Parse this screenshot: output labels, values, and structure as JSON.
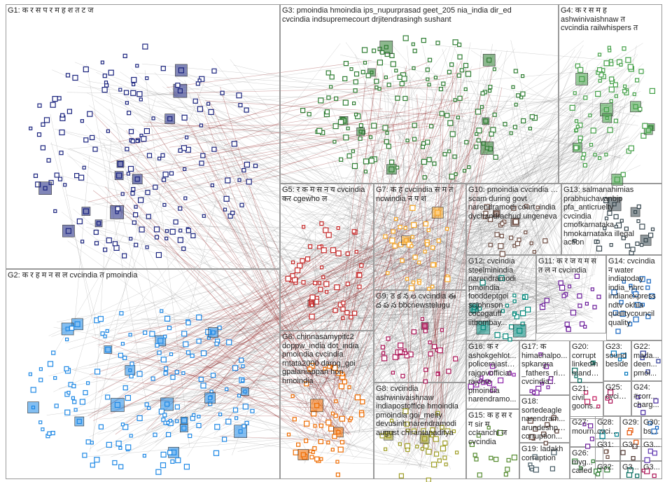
{
  "graph": {
    "groups": [
      {
        "id": "G1",
        "label_lines": [
          "G1: क र स प र म ह श त ट ज"
        ],
        "color": "#1a237e"
      },
      {
        "id": "G2",
        "label_lines": [
          "G2: क र ह म न स ल cvcindia त pmoindia"
        ],
        "color": "#1e88e5"
      },
      {
        "id": "G3",
        "label_lines": [
          "G3: pmoindia hmoindia ips_nupurprasad geet_205 nia_india dir_ed",
          "cvcindia indsupremecourt drjitendrasingh sushant"
        ],
        "color": "#2e7d32"
      },
      {
        "id": "G4",
        "label_lines": [
          "G4: क र स म ह",
          "ashwinivaishnaw त",
          "cvcindia railwhispers त"
        ],
        "color": "#43a047"
      },
      {
        "id": "G5",
        "label_lines": [
          "G5: र क म स न य cvcindia",
          "कर cgewho ल"
        ],
        "color": "#c62828"
      },
      {
        "id": "G6",
        "label_lines": [
          "G6: chinnasamypitc2",
          "doppw_india dot_india",
          "pmoindia cvcindia",
          "rntata2000 darpg_goi",
          "gpalaniappan hon",
          "hmoindia"
        ],
        "color": "#ef6c00"
      },
      {
        "id": "G7",
        "label_lines": [
          "G7: क ह cvcindia स म त",
          "ncwindia न प श"
        ],
        "color": "#f9a825"
      },
      {
        "id": "G8",
        "label_lines": [
          "G8: cvcindia",
          "ashwinivaishnaw",
          "indiapostoffice hmoindia",
          "pmoindia goi_meity",
          "devusinh narendramodi",
          "august chirantanaditya"
        ],
        "color": "#9e9d24"
      },
      {
        "id": "G9",
        "label_lines": [
          "G9: ठ క న ల cvcindia ఈ",
          "ద ప స bbcnewstelugu"
        ],
        "color": "#ad1457"
      },
      {
        "id": "G10",
        "label_lines": [
          "G10: pmoindia cvcindia crs",
          "scam during govt",
          "narendramodi court_india",
          "dychandrachud ungeneva"
        ],
        "color": "#6d4c41"
      },
      {
        "id": "G11",
        "label_lines": [
          "G11: क र ज य म स",
          "त ल न cvcindia"
        ],
        "color": "#6a1b9a"
      },
      {
        "id": "G12",
        "label_lines": [
          "G12: cvcindia",
          "steelminindia",
          "narendramodi",
          "pmoindia",
          "fooddeptgoi",
          "scjohnson",
          "cocogauff",
          "iitbombay..."
        ],
        "color": "#00897b"
      },
      {
        "id": "G13",
        "label_lines": [
          "G13: salmanahimias",
          "prabhuchavanbjp",
          "pfa_anticruelty",
          "cvcindia",
          "cmofkarnataka",
          "hmokarnataka illegal",
          "action"
        ],
        "color": "#37474f"
      },
      {
        "id": "G14",
        "label_lines": [
          "G14: cvcindia",
          "न water",
          "indiatoday",
          "india_nhrc",
          "indianexpress",
          "ndtv okhla",
          "qualitycouncil",
          "quality"
        ],
        "color": "#1565c0"
      },
      {
        "id": "G15",
        "label_lines": [
          "G15: क ह स र",
          "ग sir म",
          "ccIranchi ज",
          "cvcindia"
        ],
        "color": "#558b2f"
      },
      {
        "id": "G16",
        "label_lines": [
          "G16: क र",
          "ashokgehlot...",
          "policerajasth...",
          "rajgovofficial",
          "rajcmo",
          "pmoindia",
          "narendramo..."
        ],
        "color": "#8e24aa"
      },
      {
        "id": "G17",
        "label_lines": [
          "G17: क",
          "himachalpo...",
          "spkangra",
          "_fathers_rig...",
          "cvcindia..."
        ],
        "color": "#7b1fa2"
      },
      {
        "id": "G18",
        "label_lines": [
          "G18:",
          "sortedeagle",
          "narendram...",
          "arundeshpa...",
          "corruption..."
        ],
        "color": "#5d4037"
      },
      {
        "id": "G19",
        "label_lines": [
          "G19: ladakh",
          "corruption"
        ],
        "color": "#455a64"
      },
      {
        "id": "G20",
        "label_lines": [
          "G20:",
          "corrupt",
          "linkedin",
          "mandat..."
        ],
        "color": "#00695c"
      },
      {
        "id": "G21",
        "label_lines": [
          "G21:",
          "civil",
          "goons..."
        ],
        "color": "#c2185b"
      },
      {
        "id": "G22",
        "label_lines": [
          "G22:",
          "mada...",
          "deen...",
          "pmoi..."
        ],
        "color": "#283593"
      },
      {
        "id": "G23",
        "label_lines": [
          "G23:",
          "sound",
          "beside"
        ],
        "color": "#0277bd"
      },
      {
        "id": "G24",
        "label_lines": [
          "G24:",
          "#corr...",
          "charg..."
        ],
        "color": "#4527a0"
      },
      {
        "id": "G25",
        "label_lines": [
          "G25:",
          "cvcin..."
        ],
        "color": "#ad1457"
      },
      {
        "id": "G26",
        "label_lines": [
          "G26:",
          "myg...",
          "called"
        ],
        "color": "#2e7d32"
      },
      {
        "id": "G27",
        "label_lines": [
          "G27:",
          "mourn..."
        ],
        "color": "#6a1b9a"
      },
      {
        "id": "G28",
        "label_lines": [
          "G28:",
          "cvcin..."
        ],
        "color": "#00838f"
      },
      {
        "id": "G29",
        "label_lines": [
          "G29:"
        ],
        "color": "#e65100"
      },
      {
        "id": "G30",
        "label_lines": [
          "G30:",
          "bse..."
        ],
        "color": "#1565c0"
      },
      {
        "id": "G31",
        "label_lines": [
          "G31:"
        ],
        "color": "#6d4c41"
      },
      {
        "id": "G32",
        "label_lines": [
          "G32:"
        ],
        "color": "#2e7d32"
      },
      {
        "id": "G33",
        "label_lines": [
          "G3..."
        ],
        "color": "#4e342e"
      },
      {
        "id": "G34",
        "label_lines": [
          "G3..."
        ],
        "color": "#5e35b1"
      },
      {
        "id": "G35",
        "label_lines": [
          "G3..."
        ],
        "color": "#00695c"
      },
      {
        "id": "G36",
        "label_lines": [
          "G3..."
        ],
        "color": "#ad1457"
      }
    ],
    "colors": {
      "edge": "#7a7a7a",
      "edge_strong": "#8b1a1a",
      "box": "#9a9a9a"
    }
  }
}
